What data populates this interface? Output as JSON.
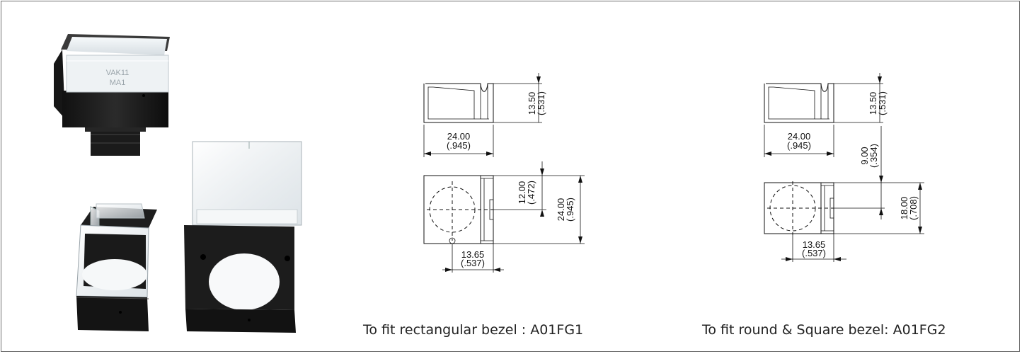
{
  "captions": {
    "rect": "To fit rectangular bezel : A01FG1",
    "round": "To fit round & Square bezel: A01FG2"
  },
  "dims1": {
    "height_mm": "13.50",
    "height_in": "(.531)",
    "width_mm": "24.00",
    "width_in": "(.945)",
    "half_mm": "12.00",
    "half_in": "(.472)",
    "full_mm": "24.00",
    "full_in": "(.945)",
    "depth_mm": "13.65",
    "depth_in": "(.537)"
  },
  "dims2": {
    "height_mm": "13.50",
    "height_in": "(.531)",
    "width_mm": "24.00",
    "width_in": "(.945)",
    "half_mm": "9.00",
    "half_in": "(.354)",
    "full_mm": "18.00",
    "full_in": "(.708)",
    "depth_mm": "13.65",
    "depth_in": "(.537)"
  },
  "photo_labels": {
    "cap_legend_1": "VAK11",
    "cap_legend_2": "MA1"
  },
  "colors": {
    "border": "#6f6f6f",
    "housing": "#1c1c1c",
    "clear_cover": "#e9eef2"
  }
}
